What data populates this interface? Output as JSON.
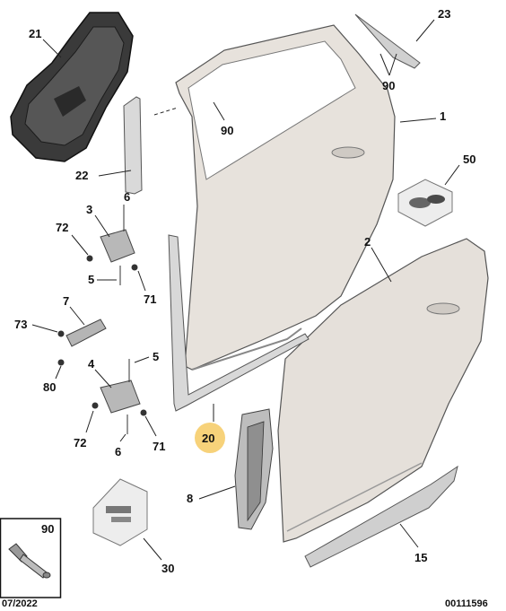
{
  "diagram": {
    "highlight_color": "#f7d27a",
    "door_fill": "#e9e9e9",
    "door_stroke": "#555555",
    "callouts": {
      "c21": "21",
      "c23": "23",
      "c90a": "90",
      "c1": "1",
      "c90b": "90",
      "c22": "22",
      "c50": "50",
      "c6a": "6",
      "c3": "3",
      "c72a": "72",
      "c5a": "5",
      "c71a": "71",
      "c2": "2",
      "c7": "7",
      "c73": "73",
      "c80": "80",
      "c4": "4",
      "c5b": "5",
      "c72b": "72",
      "c6b": "6",
      "c71b": "71",
      "c20": "20",
      "c8": "8",
      "c15": "15",
      "c30": "30"
    },
    "inset": {
      "label": "90"
    },
    "footer": {
      "date": "07/2022",
      "ref": "00111596"
    }
  }
}
